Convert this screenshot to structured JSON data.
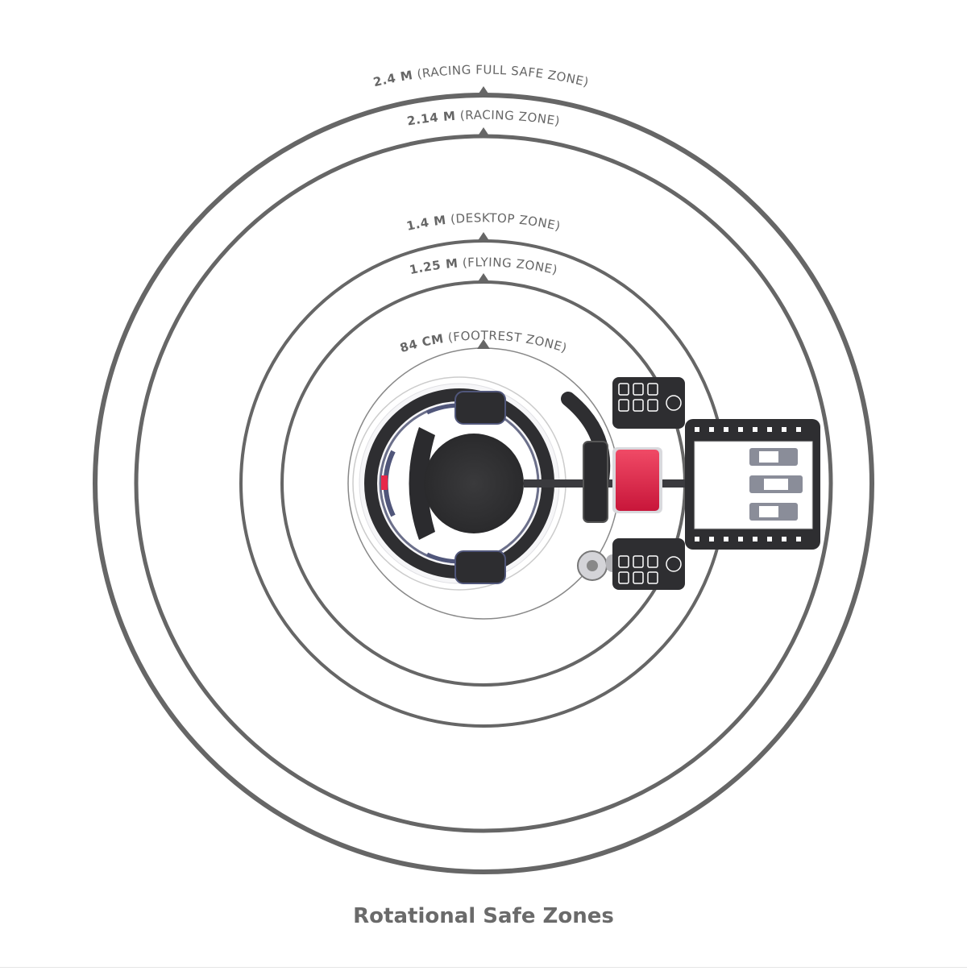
{
  "zones": [
    {
      "id": "racing-full",
      "dimension": "2.4 M",
      "label": "(RACING FULL SAFE ZONE)"
    },
    {
      "id": "racing",
      "dimension": "2.14 M",
      "label": "(RACING ZONE)"
    },
    {
      "id": "desktop",
      "dimension": "1.4 M",
      "label": "(DESKTOP ZONE)"
    },
    {
      "id": "flying",
      "dimension": "1.25 M",
      "label": "(FLYING ZONE)"
    },
    {
      "id": "footrest",
      "dimension": "84 CM",
      "label": "(FOOTREST ZONE)"
    }
  ],
  "footer": {
    "title": "Rotational Safe Zones"
  },
  "colors": {
    "ring": "#666666",
    "label": "#666666",
    "accent": "#e8284a",
    "device_dark": "#2e2e31",
    "device_panel": "#3a3a3e"
  }
}
